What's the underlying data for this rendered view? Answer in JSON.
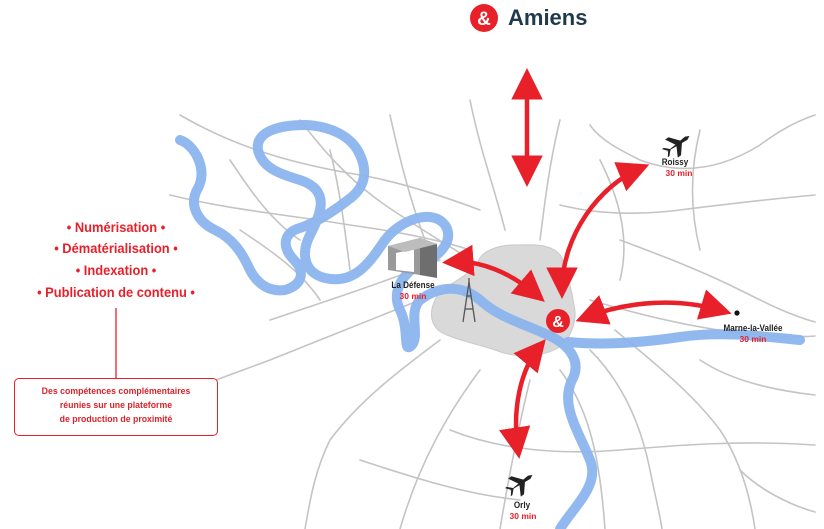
{
  "brand": {
    "symbol": "&",
    "city": "Amiens",
    "accent_color": "#e8202a",
    "text_color": "#1f3a4d"
  },
  "services": [
    "• Numérisation •",
    "• Dématérialisation •",
    "• Indexation •",
    "• Publication de contenu •"
  ],
  "callout": [
    "Des compétences complémentaires",
    "réunies sur une plateforme",
    "de production de proximité"
  ],
  "locations": {
    "roissy": {
      "name": "Roissy",
      "time": "30 min",
      "icon": "airplane-icon"
    },
    "la_defense": {
      "name": "La Défense",
      "time": "30 min",
      "icon": "office-building-icon"
    },
    "marne": {
      "name": "Marne-la-Vallée",
      "time": "30 min",
      "icon": "dot-icon"
    },
    "orly": {
      "name": "Orly",
      "time": "30 min",
      "icon": "airplane-icon"
    }
  },
  "map": {
    "river_color": "#8cb5ee",
    "paris_fill": "#d9d9d9",
    "road_color": "#c4c4c4",
    "landmark_icon": "eiffel-tower-icon"
  }
}
